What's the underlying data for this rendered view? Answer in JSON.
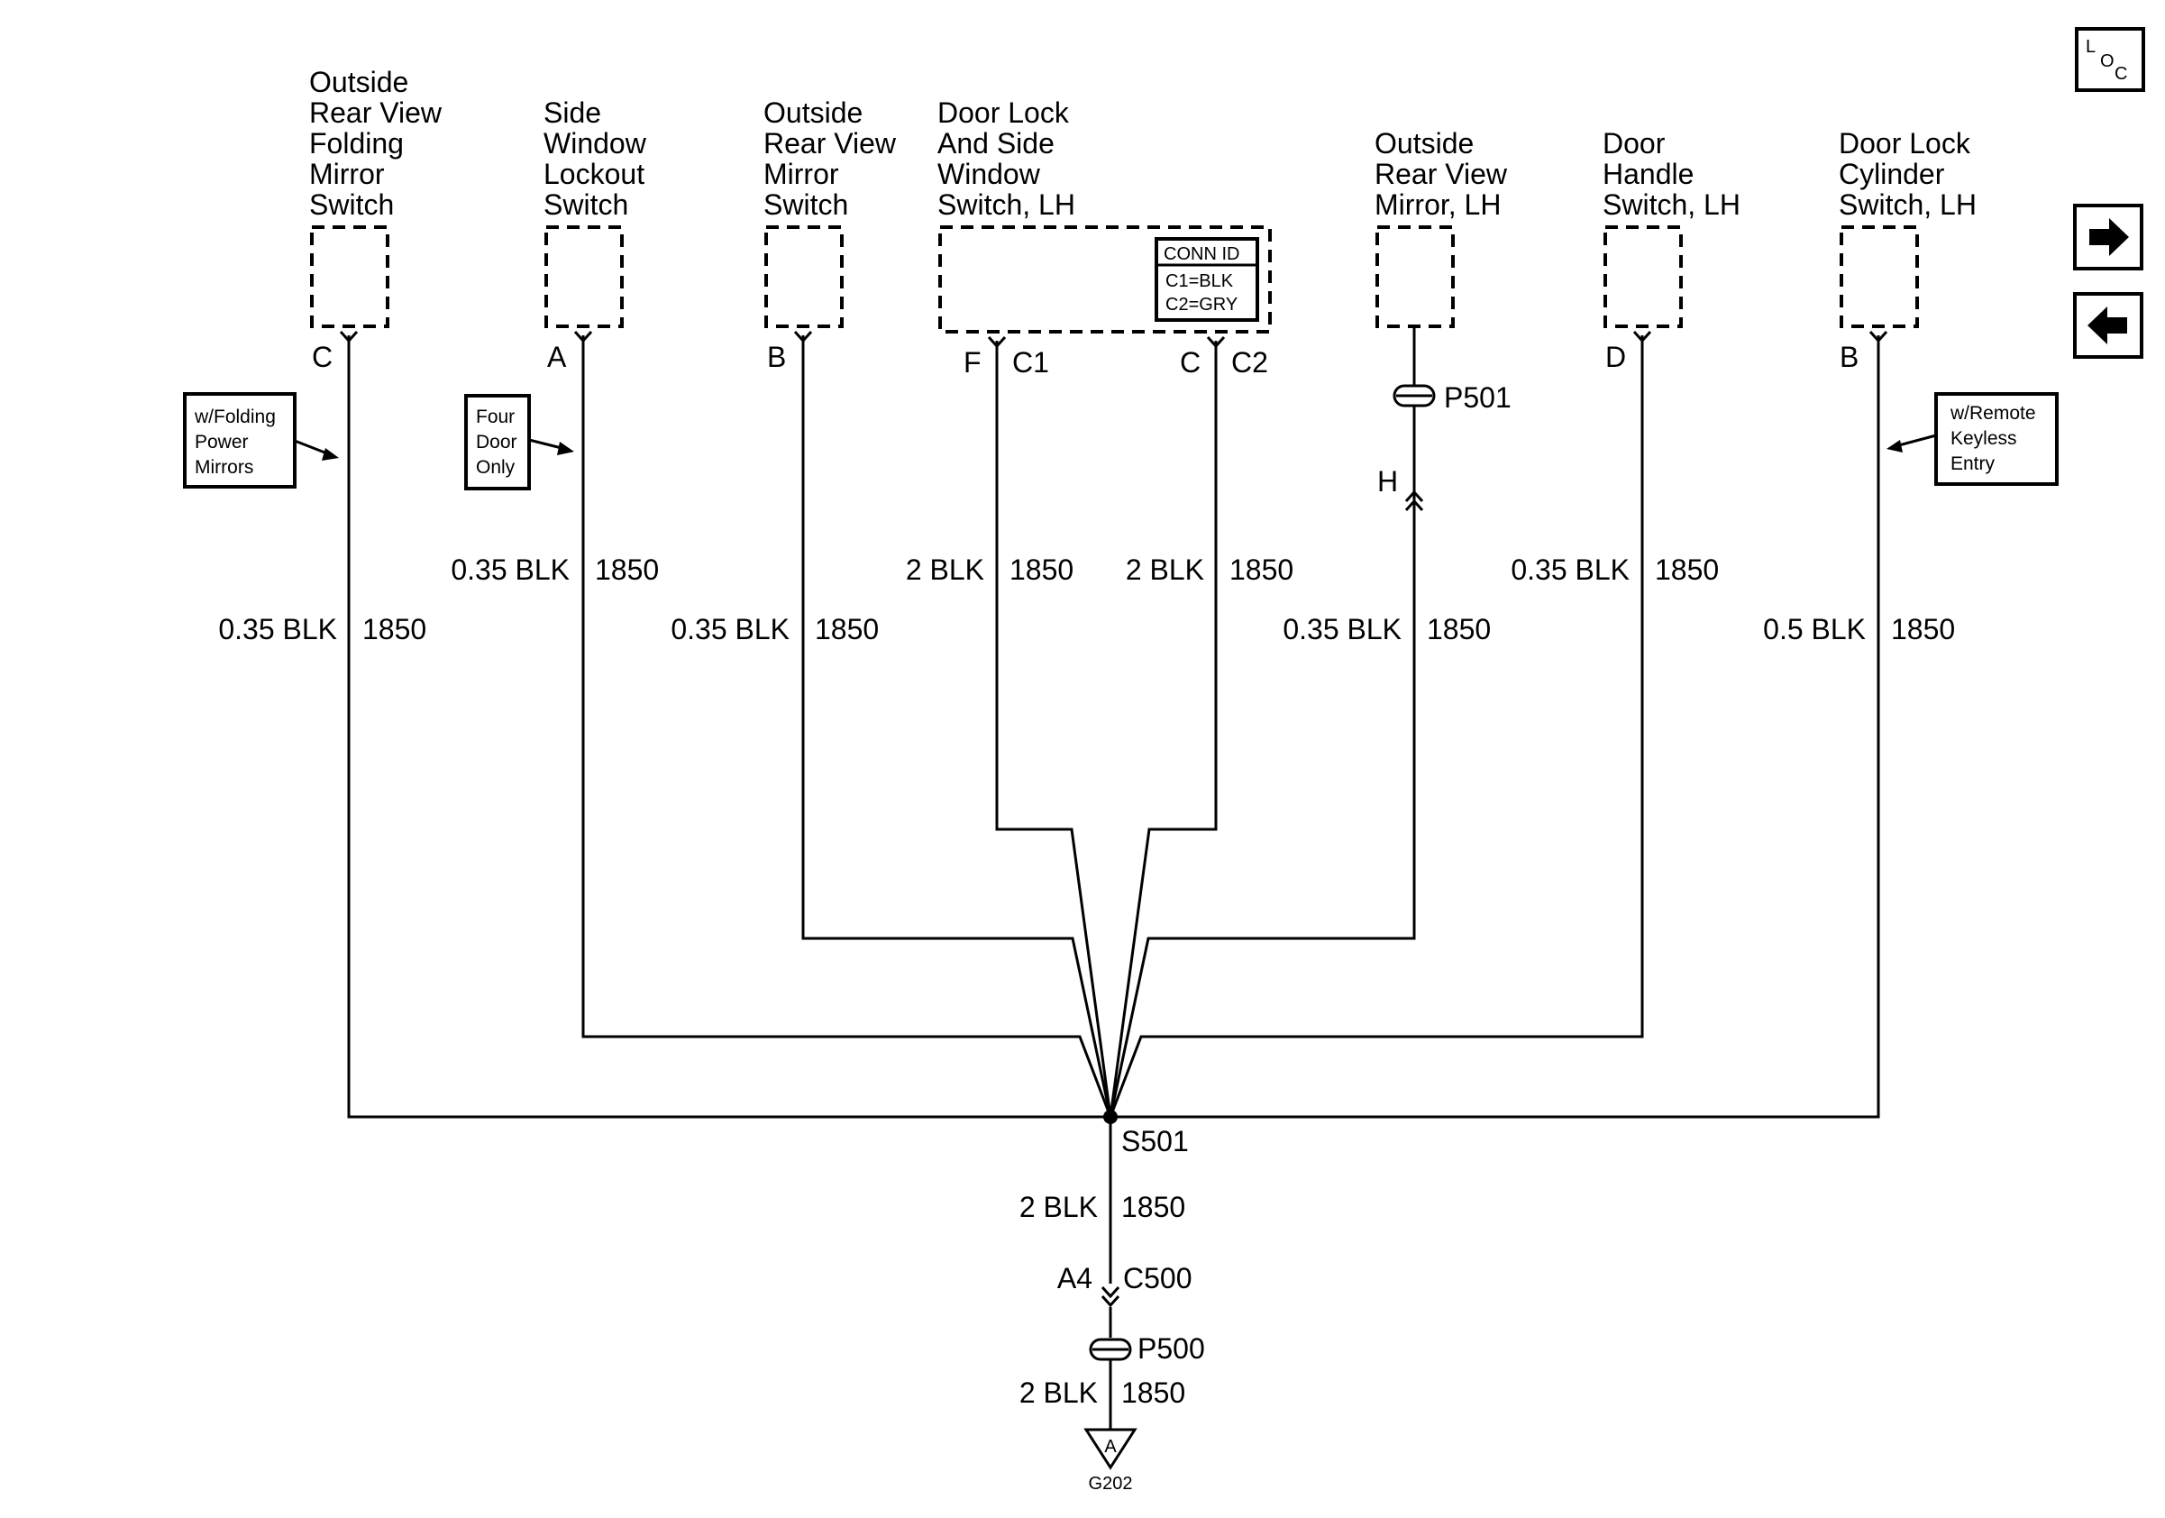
{
  "components": {
    "folding_mirror": {
      "name": [
        "Outside",
        "Rear View",
        "Folding",
        "Mirror",
        "Switch"
      ],
      "pin": "C",
      "wire": "0.35 BLK",
      "circuit": "1850"
    },
    "window_lockout": {
      "name": [
        "Side",
        "Window",
        "Lockout",
        "Switch"
      ],
      "pin": "A",
      "wire": "0.35 BLK",
      "circuit": "1850"
    },
    "mirror_switch": {
      "name": [
        "Outside",
        "Rear View",
        "Mirror",
        "Switch"
      ],
      "pin": "B",
      "wire": "0.35 BLK",
      "circuit": "1850"
    },
    "door_lock_window": {
      "name": [
        "Door Lock",
        "And Side",
        "Window",
        "Switch, LH"
      ],
      "conn_id": {
        "title": "CONN ID",
        "c1": "C1=BLK",
        "c2": "C2=GRY"
      },
      "pin_f": "F",
      "conn_c1": "C1",
      "wire_c1": "2 BLK",
      "circuit_c1": "1850",
      "pin_c": "C",
      "conn_c2": "C2",
      "wire_c2": "2 BLK",
      "circuit_c2": "1850"
    },
    "mirror_lh": {
      "name": [
        "Outside",
        "Rear View",
        "Mirror, LH"
      ],
      "splice": "P501",
      "pin": "H",
      "wire": "0.35 BLK",
      "circuit": "1850"
    },
    "door_handle": {
      "name": [
        "Door",
        "Handle",
        "Switch, LH"
      ],
      "pin": "D",
      "wire": "0.35 BLK",
      "circuit": "1850"
    },
    "door_cylinder": {
      "name": [
        "Door Lock",
        "Cylinder",
        "Switch, LH"
      ],
      "pin": "B",
      "wire": "0.5 BLK",
      "circuit": "1850"
    }
  },
  "notes": {
    "folding": [
      "w/Folding",
      "Power",
      "Mirrors"
    ],
    "four_door": [
      "Four",
      "Door",
      "Only"
    ],
    "keyless": [
      "w/Remote",
      "Keyless",
      "Entry"
    ]
  },
  "ground_path": {
    "splice": "S501",
    "wire1": "2 BLK",
    "circuit1": "1850",
    "conn_pin": "A4",
    "conn": "C500",
    "pass_through": "P500",
    "wire2": "2 BLK",
    "circuit2": "1850",
    "ground_letter": "A",
    "ground": "G202"
  },
  "nav": {
    "loc_l": "L",
    "loc_o": "O",
    "loc_c": "C",
    "next_icon": "arrow-right-icon",
    "prev_icon": "arrow-left-icon"
  }
}
